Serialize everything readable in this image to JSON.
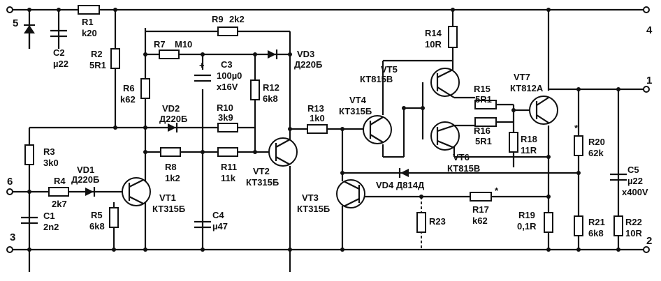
{
  "labels": {
    "r1_ref": "R1",
    "r1_val": "k20",
    "r2_ref": "R2",
    "r2_val": "5R1",
    "r3_ref": "R3",
    "r3_val": "3k0",
    "r4_ref": "R4",
    "r4_val": "2k7",
    "r5_ref": "R5",
    "r5_val": "6k8",
    "r6_ref": "R6",
    "r6_val": "k62",
    "r7_ref": "R7",
    "r7_val": "M10",
    "r8_ref": "R8",
    "r8_val": "1k2",
    "r9_ref": "R9",
    "r9_val": "2k2",
    "r10_ref": "R10",
    "r10_val": "3k9",
    "r11_ref": "R11",
    "r11_val": "11k",
    "r12_ref": "R12",
    "r12_val": "6k8",
    "r13_ref": "R13",
    "r13_val": "1k0",
    "r14_ref": "R14",
    "r14_val": "10R",
    "r15_ref": "R15",
    "r15_val": "5R1",
    "r16_ref": "R16",
    "r16_val": "5R1",
    "r17_ref": "R17",
    "r17_val": "k62",
    "r18_ref": "R18",
    "r18_val": "11R",
    "r19_ref": "R19",
    "r19_val": "0,1R",
    "r20_ref": "R20",
    "r20_val": "62k",
    "r21_ref": "R21",
    "r21_val": "6k8",
    "r22_ref": "R22",
    "r22_val": "10R",
    "r23_ref": "R23",
    "c1_ref": "C1",
    "c1_val": "2n2",
    "c2_ref": "C2",
    "c2_val": "µ22",
    "c3_ref": "C3",
    "c3_val": "100µ0",
    "c3_volt": "x16V",
    "c4_ref": "C4",
    "c4_val": "µ47",
    "c5_ref": "C5",
    "c5_val": "µ22",
    "c5_volt": "x400V",
    "vd1_ref": "VD1",
    "vd1_type": "Д220Б",
    "vd2_ref": "VD2",
    "vd2_type": "Д220Б",
    "vd3_ref": "VD3",
    "vd3_type": "Д220Б",
    "vd4_ref": "VD4",
    "vd4_type": "Д814Д",
    "vt1_ref": "VT1",
    "vt1_type": "КТ315Б",
    "vt2_ref": "VT2",
    "vt2_type": "КТ315Б",
    "vt3_ref": "VT3",
    "vt3_type": "КТ315Б",
    "vt4_ref": "VT4",
    "vt4_type": "КТ315Б",
    "vt5_ref": "VT5",
    "vt5_type": "КТ815В",
    "vt6_ref": "VT6",
    "vt6_type": "КТ815В",
    "vt7_ref": "VT7",
    "vt7_type": "КТ812А",
    "plus": "+",
    "star": "*",
    "pin1": "1",
    "pin2": "2",
    "pin3": "3",
    "pin4": "4",
    "pin5": "5",
    "pin6": "6"
  }
}
